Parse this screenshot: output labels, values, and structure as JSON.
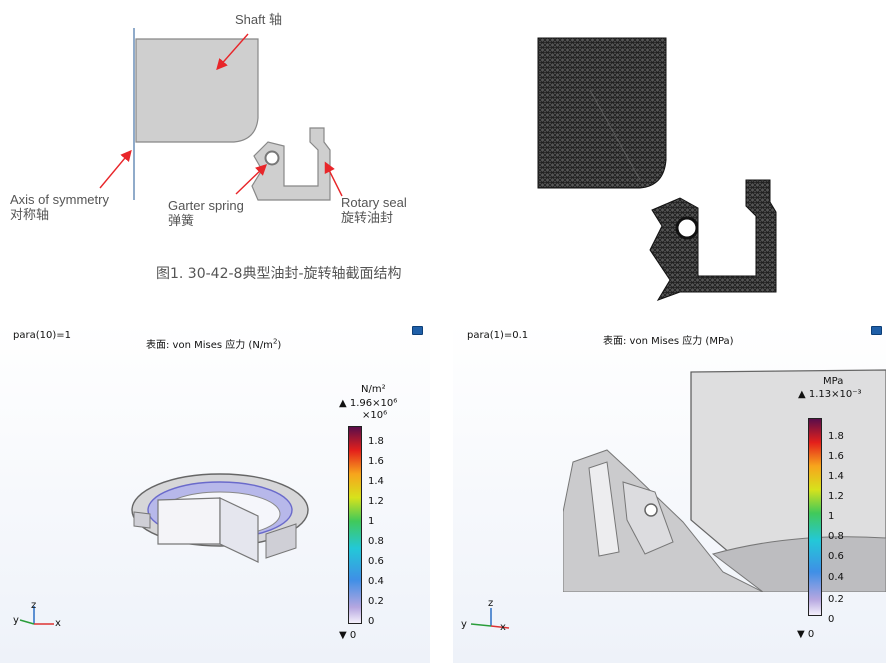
{
  "diagram": {
    "shaft_label": "Shaft 轴",
    "axis_label_en": "Axis of symmetry",
    "axis_label_cn": "对称轴",
    "spring_label_en": "Garter spring",
    "spring_label_cn": "弹簧",
    "seal_label_en": "Rotary seal",
    "seal_label_cn": "旋转油封",
    "caption": "图1. 30-42-8典型油封-旋转轴截面结构"
  },
  "panel_left": {
    "param": "para(10)=1",
    "title_prefix": "表面: von Mises 应力 (N/m",
    "title_sup": "2",
    "title_suffix": ")",
    "unit": "N/m²",
    "max_label": "▲ 1.96×10⁶",
    "scale_factor": "×10⁶",
    "min_label": "▼ 0",
    "ticks": [
      "1.8",
      "1.6",
      "1.4",
      "1.2",
      "1",
      "0.8",
      "0.6",
      "0.4",
      "0.2",
      "0"
    ],
    "axis_y": "y",
    "axis_z": "z",
    "axis_x": "x"
  },
  "panel_right": {
    "param": "para(1)=0.1",
    "title": "表面: von Mises 应力 (MPa)",
    "unit": "MPa",
    "max_label": "▲ 1.13×10⁻³",
    "min_label": "▼ 0",
    "ticks": [
      "1.8",
      "1.6",
      "1.4",
      "1.2",
      "1",
      "0.8",
      "0.6",
      "0.4",
      "0.2",
      "0"
    ],
    "axis_y": "y",
    "axis_z": "z",
    "axis_x": "x"
  },
  "colors": {
    "gray_fill": "#cfcfcf",
    "arrow_red": "#e8262a",
    "mesh_dark": "#2a2a2a"
  }
}
